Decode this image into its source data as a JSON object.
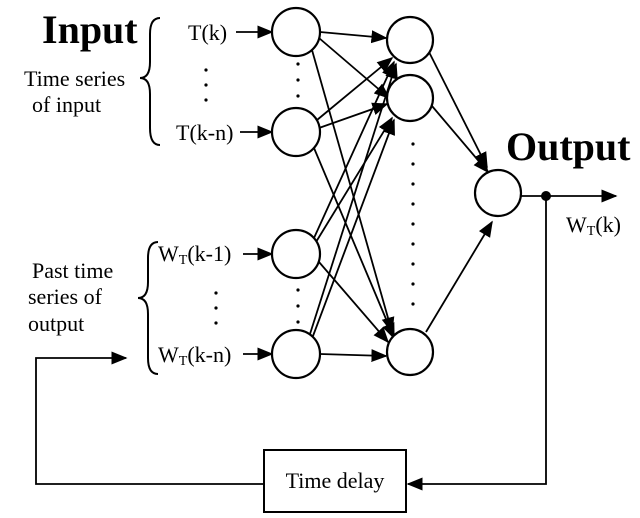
{
  "titles": {
    "input": "Input",
    "output": "Output"
  },
  "groups": {
    "input_desc_line1": "Time series",
    "input_desc_line2": "of input",
    "past_desc_line1": "Past time",
    "past_desc_line2": "series of",
    "past_desc_line3": "output"
  },
  "inputs": {
    "t_k": "T(k)",
    "t_kn": "T(k-n)",
    "w_k1_main": "W",
    "w_k1_sub": "T",
    "w_k1_arg": "(k-1)",
    "w_kn_main": "W",
    "w_kn_sub": "T",
    "w_kn_arg": "(k-n)",
    "ellipsis": "·"
  },
  "output": {
    "main": "W",
    "sub": "T",
    "arg": "(k)"
  },
  "delay": {
    "label": "Time delay"
  }
}
